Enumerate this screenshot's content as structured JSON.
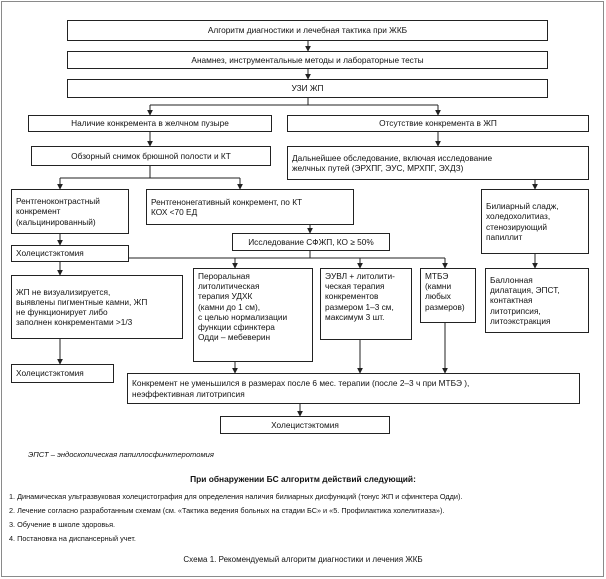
{
  "diagram": {
    "title": "Алгоритм диагностики и лечебная тактика при ЖКБ",
    "anamnesis": "Анамнез, инструментальные методы и лабораторные тесты",
    "uzi": "УЗИ ЖП",
    "stone_present": "Наличие конкремента в желчном пузыре",
    "stone_absent": "Отсутствие конкремента в ЖП",
    "survey_xray": "Обзорный снимок брюшной полости и КТ",
    "further_exam": "Дальнейшее обследование, включая исследование\nжелчных путей (ЭРХПГ, ЭУС, МРХПГ, ЭХДЗ)",
    "radiopositive": "Рентгеноконтрастный\nконкремент\n(кальцинированный)",
    "radionegative": "Рентгенонегативный конкремент, по КТ\nКОХ <70 ЕД",
    "biliary_sludge": "Билиарный сладж,\nхоледохолитиаз,\nстенозирующий\nпапиллит",
    "cholecystectomy_1": "Холецистэктомия",
    "sfzhp": "Исследование СФЖП, КО ≥ 50%",
    "gb_not_visualized": "ЖП не визуализируется,\nвыявлены пигментные камни, ЖП\nне функционирует либо\nзаполнен конкрементами >1/3",
    "oral_therapy": "Пероральная\nлитолитическая\nтерапия УДХК\n(камни до 1 см),\nс целью нормализации\nфункции сфинктера\nОдди – мебеверин",
    "eswl": "ЭУВЛ + литолити-\nческая терапия\nконкрементов\nразмером 1–3 см,\nмаксимум 3 шт.",
    "mtbe": "МТБЭ\n(камни\nлюбых\nразмеров)",
    "balloon": "Баллонная\nдилатация, ЭПСТ,\nконтактная\nлитотрипсия,\nлитоэкстракция",
    "cholecystectomy_2": "Холецистэктомия",
    "not_reduced": "Конкремент не уменьшился в размерах после 6 мес. терапии (после 2–3 ч при МТБЭ ),\nнеэффективная литотрипсия",
    "cholecystectomy_3": "Холецистэктомия"
  },
  "notes": {
    "abbreviation": "ЭПСТ – эндоскопическая папиллосфинктеротомия",
    "heading": "При обнаружении БС алгоритм действий следующий:",
    "items": [
      "1. Динамическая ультразвуковая холецистография для определения наличия билиарных дисфункций (тонус ЖП и сфинктера Одди).",
      "2. Лечение согласно разработанным схемам (см. «Тактика ведения больных на стадии БС» и «5. Профилактика холелитиаза»).",
      "3. Обучение в школе здоровья.",
      "4. Постановка на диспансерный учет."
    ],
    "caption": "Схема 1. Рекомендуемый алгоритм диагностики и лечения ЖКБ"
  },
  "colors": {
    "line": "#222222",
    "frame": "#8a8a8a",
    "text": "#111111"
  }
}
